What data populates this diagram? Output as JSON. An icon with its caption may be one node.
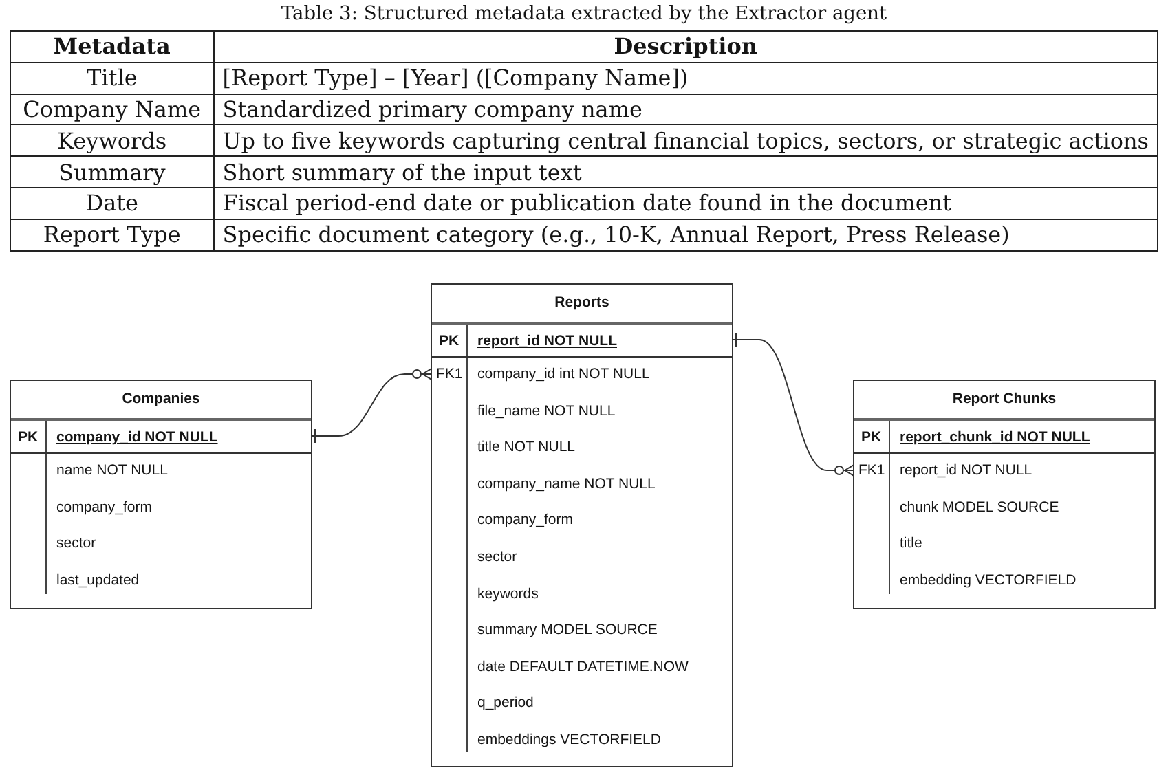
{
  "diagram": {
    "caption": "Table 3: Structured metadata extracted by the Extractor agent",
    "nodes": [
      {
        "text": [
          "Companies"
        ]
      },
      {
        "text": [
          "PK",
          "company_id NOT NULL"
        ],
        "in": 0
      },
      {
        "text": [
          "name NOT NULL",
          "company_form",
          "sector",
          "last_updated"
        ],
        "in": 0
      },
      {
        "text": [
          "Reports"
        ]
      },
      {
        "text": [
          "PK",
          "report_id NOT NULL"
        ],
        "in": 3
      },
      {
        "text": [
          "FK1",
          "company_id int NOT NULL",
          "file_name NOT NULL",
          "title NOT NULL",
          "company_name NOT NULL",
          "company_form",
          "sector",
          "keywords",
          "summary MODEL SOURCE",
          "date DEFAULT DATETIME.NOW",
          "q_period",
          "embeddings VECTORFIELD"
        ],
        "in": 3
      },
      {
        "text": [
          "Report Chunks"
        ]
      },
      {
        "text": [
          "PK",
          "report_chunk_id NOT NULL"
        ],
        "in": 6
      },
      {
        "text": [
          "FK1",
          "report_id NOT NULL",
          "chunk MODEL SOURCE",
          "title",
          "embedding VECTORFIELD"
        ],
        "in": 6
      }
    ],
    "edges": [
      {
        "from": 1,
        "to": 5,
        "arrow": "other"
      },
      {
        "from": 4,
        "to": 8,
        "arrow": "other"
      }
    ],
    "labels": [
      "Metadata",
      "Description",
      "Title",
      "[Report Type] – [Year] ([Company Name])",
      "Company Name",
      "Standardized primary company name",
      "Keywords",
      "Up to five keywords capturing central financial topics, sectors, or strategic actions",
      "Summary",
      "Short summary of the input text",
      "Date",
      "Fiscal period-end date or publication date found in the document",
      "Report Type",
      "Specific document category (e.g., 10-K, Annual Report, Press Release)"
    ]
  }
}
